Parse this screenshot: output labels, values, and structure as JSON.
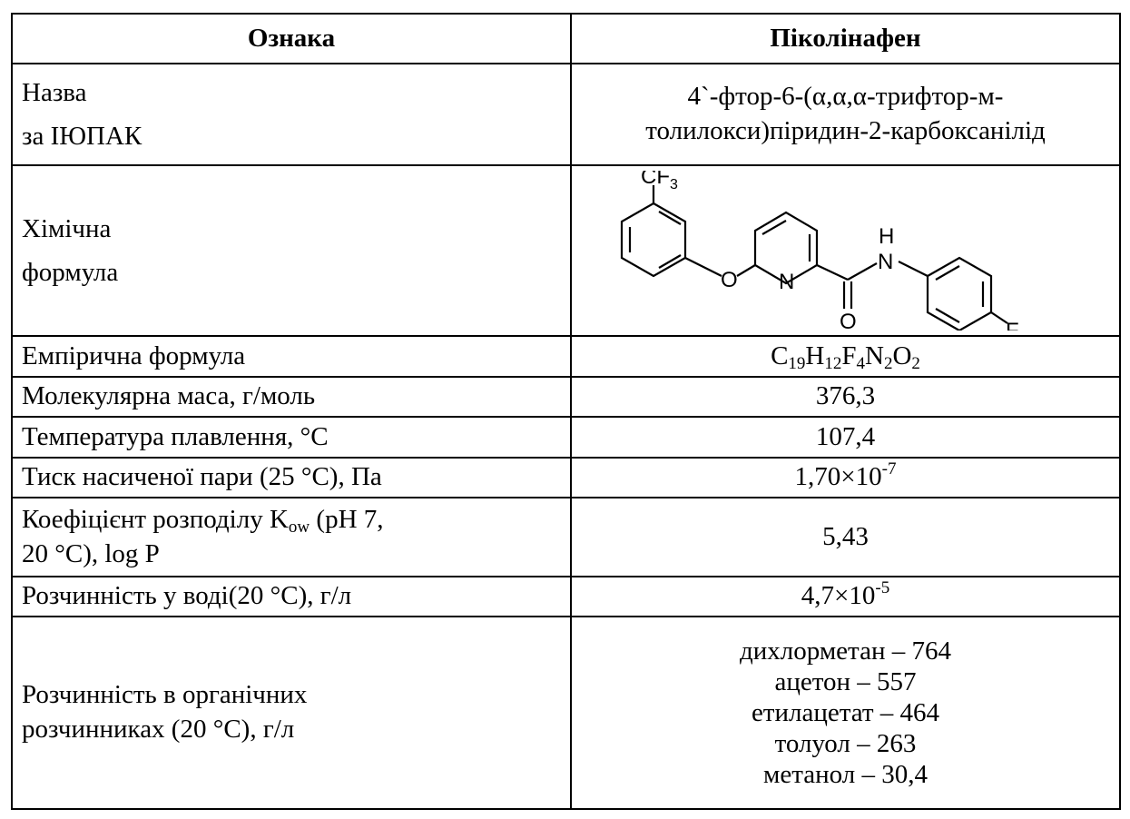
{
  "header": {
    "col1": "Ознака",
    "col2": "Піколінафен"
  },
  "iupac": {
    "label_line1": "Назва",
    "label_line2": "за ІЮПАК",
    "value_line1": "4`-фтор-6-(α,α,α-трифтор-м-",
    "value_line2": "толилокси)піридин-2-карбоксанілід"
  },
  "chemical_formula": {
    "label_line1": "Хімічна",
    "label_line2": "формула",
    "atoms": {
      "cf": "CF",
      "three": "3",
      "o_ether": "O",
      "n_ring": "N",
      "h": "H",
      "n_amide": "N",
      "o_carbonyl": "O",
      "f": "F"
    }
  },
  "empirical": {
    "label": "Емпірична формула",
    "parts": [
      {
        "el": "C",
        "n": "19"
      },
      {
        "el": "H",
        "n": "12"
      },
      {
        "el": "F",
        "n": "4"
      },
      {
        "el": "N",
        "n": "2"
      },
      {
        "el": "O",
        "n": "2"
      }
    ]
  },
  "molar_mass": {
    "label": "Молекулярна маса, г/моль",
    "value": "376,3"
  },
  "melting_point": {
    "label": "Температура плавлення, °С",
    "value": "107,4"
  },
  "vapor_pressure": {
    "label": "Тиск насиченої пари (25 °С), Па",
    "mantissa": "1,70×10",
    "exponent": "-7"
  },
  "partition": {
    "label_a": "Коефіцієнт розподілу K",
    "label_sub": "ow",
    "label_b": " (рН 7,",
    "label_line2": "20 °С), log P",
    "value": "5,43"
  },
  "water_solubility": {
    "label": "Розчинність у воді(20 °С), г/л",
    "mantissa": "4,7×10",
    "exponent": "-5"
  },
  "organic_solubility": {
    "label_line1": "Розчинність в органічних",
    "label_line2": "розчинниках (20 °С), г/л",
    "values": [
      "дихлорметан – 764",
      "ацетон – 557",
      "етилацетат – 464",
      "толуол – 263",
      "метанол – 30,4"
    ]
  }
}
